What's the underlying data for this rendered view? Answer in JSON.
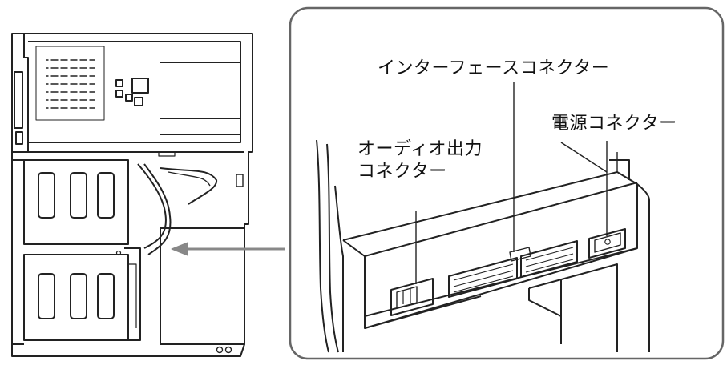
{
  "labels": {
    "interface_connector": "インターフェースコネクター",
    "power_connector": "電源コネクター",
    "audio_output_line1": "オーディオ出力",
    "audio_output_line2": "コネクター"
  },
  "colors": {
    "line": "#222222",
    "arrow": "#888888",
    "panel_border": "#666666"
  }
}
